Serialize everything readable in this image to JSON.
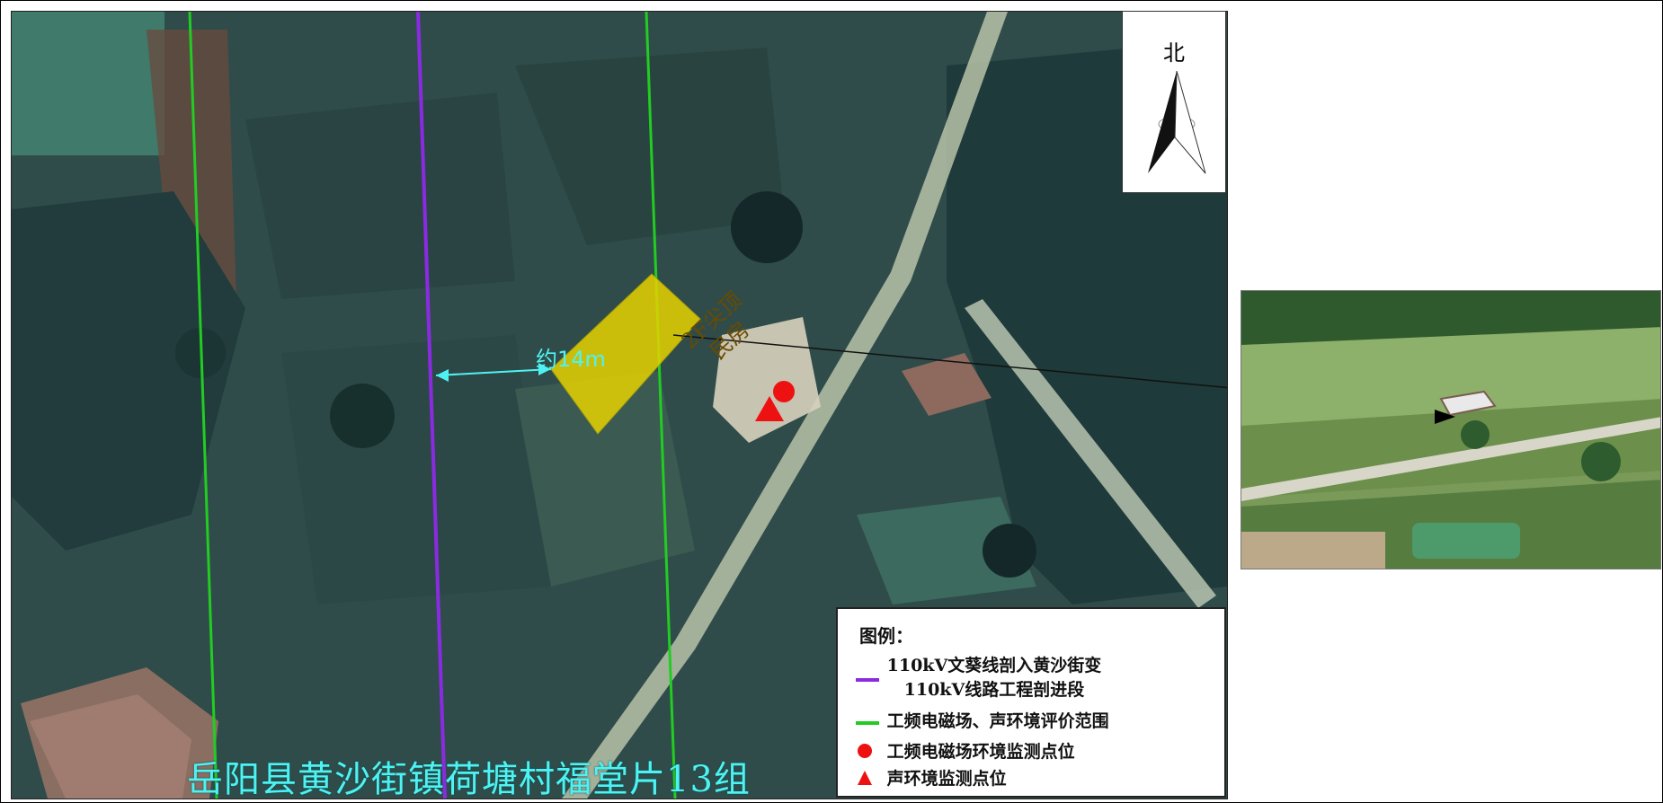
{
  "map": {
    "caption": "岳阳县黄沙街镇荷塘村福堂片13组",
    "distance_label": "约14m",
    "house_label_line1": "2F尖顶",
    "house_label_line2": "民房"
  },
  "compass": {
    "label": "北"
  },
  "legend": {
    "title": "图例：",
    "items": [
      {
        "label_line1": "110kV文葵线剖入黄沙街变",
        "label_line2": "110kV线路工程剖进段",
        "color": "#8a2be2",
        "symbol": "line"
      },
      {
        "label": "工频电磁场、声环境评价范围",
        "color": "#22cc22",
        "symbol": "line"
      },
      {
        "label": "工频电磁场环境监测点位",
        "color": "#ee1111",
        "symbol": "circle"
      },
      {
        "label": "声环境监测点位",
        "color": "#ee1111",
        "symbol": "triangle"
      }
    ]
  },
  "colors": {
    "line_purple": "#8a2be2",
    "line_green": "#22cc22",
    "marker_red": "#ee1111",
    "house_yellow": "#e6d200",
    "cyan_text": "#4ff2f2"
  }
}
